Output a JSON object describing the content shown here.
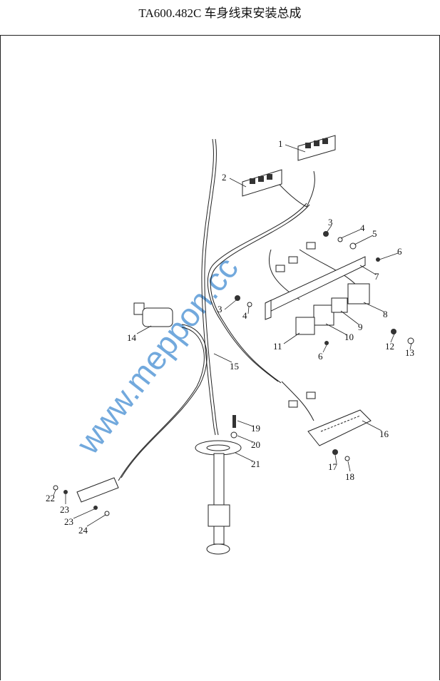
{
  "title": "TA600.482C  车身线束安装总成",
  "watermark": "www.meppon.cc",
  "callouts": [
    "1",
    "2",
    "3",
    "4",
    "5",
    "6",
    "7",
    "8",
    "9",
    "10",
    "11",
    "6",
    "12",
    "13",
    "14",
    "15",
    "16",
    "17",
    "18",
    "19",
    "20",
    "21",
    "22",
    "23",
    "23",
    "24",
    "3",
    "4"
  ]
}
